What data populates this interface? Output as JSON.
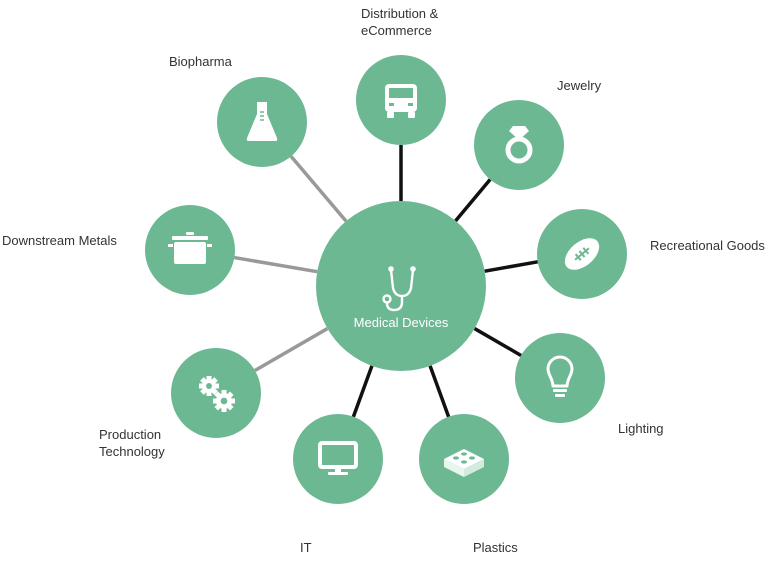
{
  "colors": {
    "node_fill": "#6cb893",
    "connector_strong": "#111111",
    "connector_light": "#999999",
    "label_text": "#333333",
    "icon": "#ffffff"
  },
  "center": {
    "label": "Medical Devices",
    "icon": "stethoscope-icon"
  },
  "nodes": [
    {
      "id": "distribution",
      "label_lines": [
        "Distribution &",
        "eCommerce"
      ],
      "icon": "truck-icon",
      "connector": "strong"
    },
    {
      "id": "jewelry",
      "label_lines": [
        "Jewelry"
      ],
      "icon": "ring-icon",
      "connector": "strong"
    },
    {
      "id": "recreational",
      "label_lines": [
        "Recreational Goods"
      ],
      "icon": "football-icon",
      "connector": "strong"
    },
    {
      "id": "lighting",
      "label_lines": [
        "Lighting"
      ],
      "icon": "lightbulb-icon",
      "connector": "strong"
    },
    {
      "id": "plastics",
      "label_lines": [
        "Plastics"
      ],
      "icon": "brick-icon",
      "connector": "strong"
    },
    {
      "id": "it",
      "label_lines": [
        "IT"
      ],
      "icon": "monitor-icon",
      "connector": "strong"
    },
    {
      "id": "production",
      "label_lines": [
        "Production",
        "Technology"
      ],
      "icon": "gears-icon",
      "connector": "light"
    },
    {
      "id": "metals",
      "label_lines": [
        "Downstream Metals"
      ],
      "icon": "pot-icon",
      "connector": "light"
    },
    {
      "id": "biopharma",
      "label_lines": [
        "Biopharma"
      ],
      "icon": "flask-icon",
      "connector": "light"
    }
  ]
}
